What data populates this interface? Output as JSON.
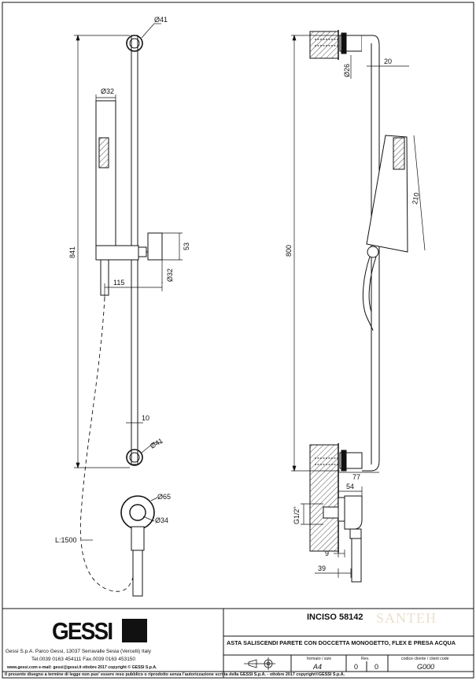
{
  "dimensions": {
    "front": {
      "top_bracket_diameter": "Ø41",
      "bottom_bracket_diameter": "Ø41",
      "handshower_diameter": "Ø32",
      "holder_diameter": "Ø32",
      "overall_height": "841",
      "holder_height": "53",
      "holder_projection": "115",
      "bar_width": "10",
      "outlet_diameter_outer": "Ø65",
      "outlet_diameter_inner": "Ø34",
      "hose_length": "L:1500"
    },
    "side": {
      "bracket_diameter": "Ø26",
      "bar_offset": "20",
      "handshower_length": "210",
      "bar_height": "800",
      "bracket_projection": "77",
      "outlet_projection": "54",
      "thread": "G1/2\"",
      "outlet_wall": "9",
      "outlet_total": "39"
    }
  },
  "title_block": {
    "logo": "GESSI",
    "company_line1": "Gessi S.p.A. Parco Gessi, 13037 Serravalle Sesia (Vercelli) Italy",
    "company_line2": "Tel.0039 0163 454111 Fax.0039 0163 453150",
    "company_line3": "www.gessi.com  e-mail: gessi@gessi.it   ottobre 2017   copyright © GESSI S.p.A.",
    "product_name": "INCISO  58142",
    "description": "ASTA SALISCENDI PARETE CON DOCCETTA MONOGETTO, FLEX E PRESA ACQUA",
    "format_label": "formato / size",
    "format_value": "A4",
    "rev_label": "Rev.",
    "rev_values": [
      "0",
      "0"
    ],
    "client_code_label": "codice cliente / client code",
    "client_code_value": "G000",
    "footer_notice": "Il presente disegno a termine di legge non puo' essere reso pubblico o riprodotto senza l'autorizzazione scritta della GESSI S.p.A. - ottobre 2017   copyright©GESSI S.p.A.",
    "watermark": "SANTEH"
  }
}
